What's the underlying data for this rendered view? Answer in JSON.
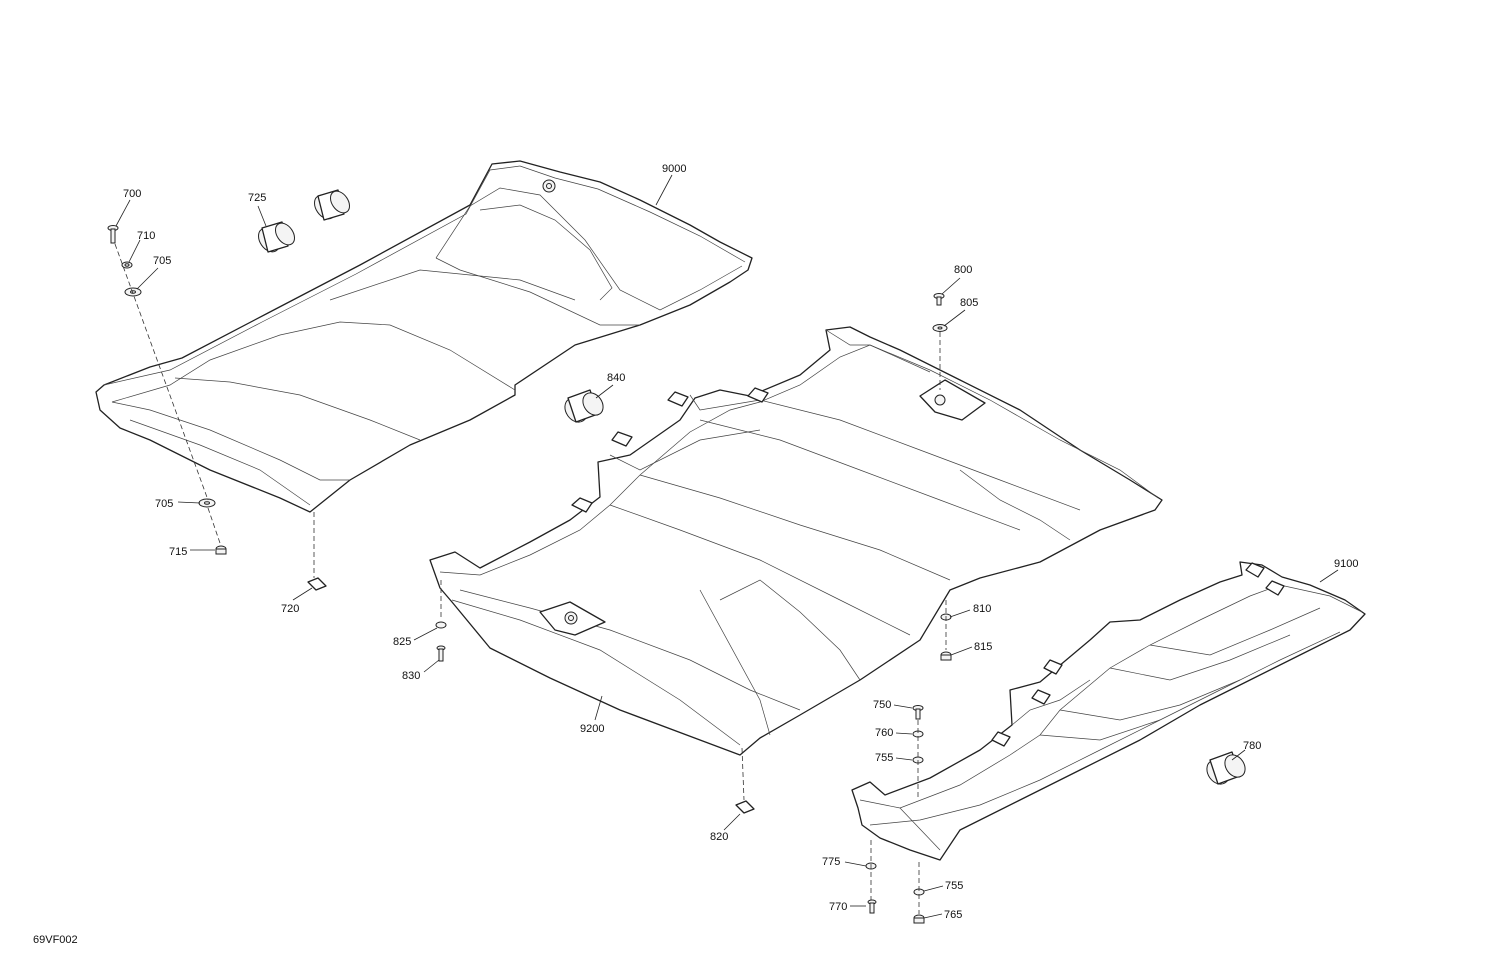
{
  "drawing_code": "69VF002",
  "callouts": {
    "c700": "700",
    "c710": "710",
    "c705a": "705",
    "c725": "725",
    "c9000": "9000",
    "c800": "800",
    "c805": "805",
    "c840": "840",
    "c705b": "705",
    "c715": "715",
    "c720": "720",
    "c810": "810",
    "c815": "815",
    "c825": "825",
    "c830": "830",
    "c9100": "9100",
    "c750": "750",
    "c760": "760",
    "c755a": "755",
    "c780": "780",
    "c9200": "9200",
    "c820": "820",
    "c775": "775",
    "c755b": "755",
    "c770": "770",
    "c765": "765"
  }
}
